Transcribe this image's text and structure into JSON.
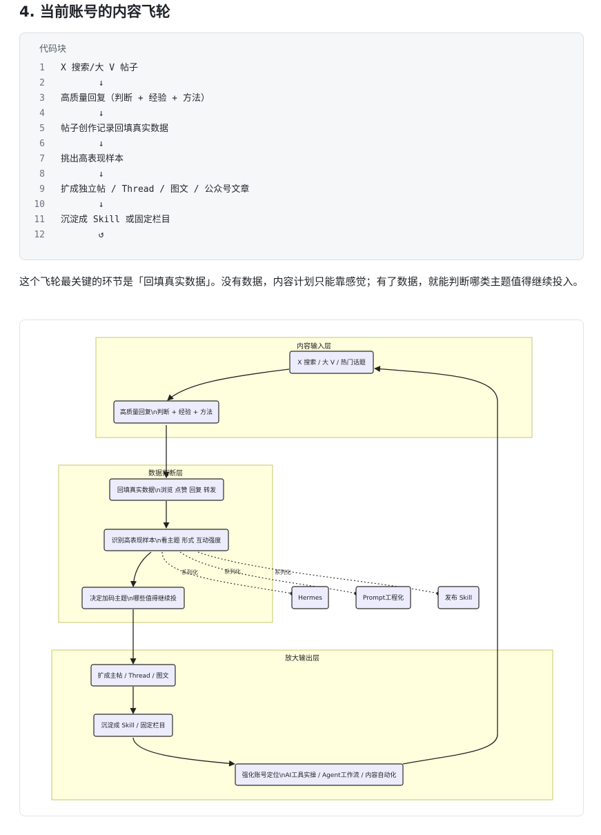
{
  "heading": "4. 当前账号的内容飞轮",
  "code_block": {
    "label": "代码块",
    "lines": [
      {
        "n": "1",
        "text": "X 搜索/大 V 帖子"
      },
      {
        "n": "2",
        "text": "       ↓"
      },
      {
        "n": "3",
        "text": "高质量回复（判断 + 经验 + 方法）"
      },
      {
        "n": "4",
        "text": "       ↓"
      },
      {
        "n": "5",
        "text": "帖子创作记录回填真实数据"
      },
      {
        "n": "6",
        "text": "       ↓"
      },
      {
        "n": "7",
        "text": "挑出高表现样本"
      },
      {
        "n": "8",
        "text": "       ↓"
      },
      {
        "n": "9",
        "text": "扩成独立帖 / Thread / 图文 / 公众号文章"
      },
      {
        "n": "10",
        "text": "       ↓"
      },
      {
        "n": "11",
        "text": "沉淀成 Skill 或固定栏目"
      },
      {
        "n": "12",
        "text": "       ↺"
      }
    ]
  },
  "paragraph": "这个飞轮最关键的环节是「回填真实数据」。没有数据，内容计划只能靠感觉；有了数据，就能判断哪类主题值得继续投入。",
  "diagram": {
    "layers": {
      "input": "内容输入层",
      "data": "数据判断层",
      "output": "放大输出层"
    },
    "nodes": {
      "x_search": "X 搜索 / 大 V / 热门话题",
      "reply": "高质量回复\\n判断 + 经验 + 方法",
      "backfill": "回填真实数据\\n浏览 点赞 回复 转发",
      "identify": "识别高表现样本\\n看主题 形式 互动强度",
      "decide": "决定加码主题\\n哪些值得继续投",
      "hermes": "Hermes",
      "prompt": "Prompt工程化",
      "skill": "发布 Skill",
      "expand": "扩成主帖 / Thread / 图文",
      "settle": "沉淀成 Skill / 固定栏目",
      "strengthen": "强化账号定位\\nAI工具实操 / Agent工作流 / 内容自动化"
    },
    "edge_labels": {
      "to_hermes": "系列化",
      "to_prompt": "系列化",
      "to_skill": "系列化"
    }
  }
}
